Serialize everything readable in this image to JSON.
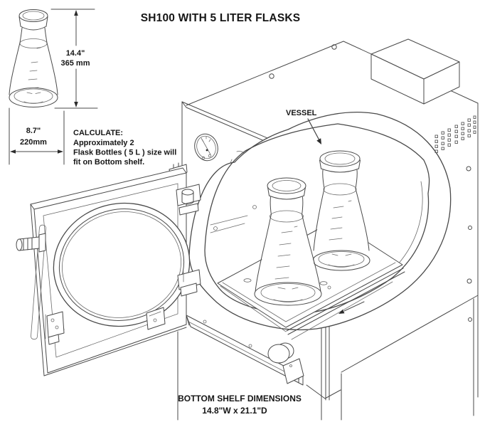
{
  "title": "SH100 WITH 5 LITER FLASKS",
  "reference_flask": {
    "height_in": "14.4\"",
    "height_mm": "365 mm",
    "width_in": "8.7\"",
    "width_mm": "220mm"
  },
  "calculate_note": {
    "line1": "CALCULATE:",
    "line2": "Approximately 2",
    "line3": "Flask Bottles ( 5 L ) size will",
    "line4": "fit on Bottom shelf."
  },
  "labels": {
    "vessel": "VESSEL"
  },
  "bottom_shelf": {
    "line1": "BOTTOM SHELF DIMENSIONS",
    "line2": "14.8\"W x 21.1\"D"
  },
  "colors": {
    "line": "#4a4a4a",
    "text": "#161616",
    "background": "#ffffff"
  }
}
